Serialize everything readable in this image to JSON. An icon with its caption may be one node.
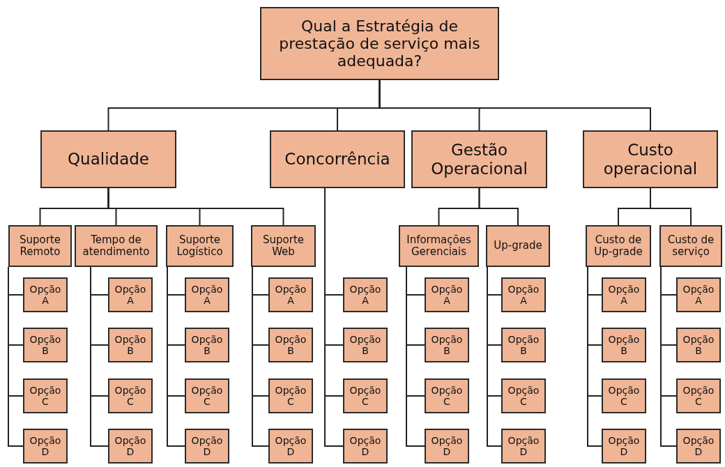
{
  "diagram": {
    "nodes": [
      {
        "text": [
          "Qual a Estratégia de prestação de serviço mais adequada?"
        ]
      },
      {
        "text": [
          "Qualidade"
        ]
      },
      {
        "text": [
          "Concorrência"
        ]
      },
      {
        "text": [
          "Gestão Operacional"
        ]
      },
      {
        "text": [
          "Custo operacional"
        ]
      },
      {
        "text": [
          "Suporte Remoto"
        ]
      },
      {
        "text": [
          "Tempo de atendimento"
        ]
      },
      {
        "text": [
          "Suporte Logístico"
        ]
      },
      {
        "text": [
          "Suporte Web"
        ]
      },
      {
        "text": [
          "Informações Gerenciais"
        ]
      },
      {
        "text": [
          "Up-grade"
        ]
      },
      {
        "text": [
          "Custo de Up-grade"
        ]
      },
      {
        "text": [
          "Custo de serviço"
        ]
      },
      {
        "text": [
          "Opção A"
        ]
      },
      {
        "text": [
          "Opção B"
        ]
      },
      {
        "text": [
          "Opção C"
        ]
      },
      {
        "text": [
          "Opção D"
        ]
      },
      {
        "text": [
          "Opção A"
        ]
      },
      {
        "text": [
          "Opção B"
        ]
      },
      {
        "text": [
          "Opção C"
        ]
      },
      {
        "text": [
          "Opção D"
        ]
      },
      {
        "text": [
          "Opção A"
        ]
      },
      {
        "text": [
          "Opção B"
        ]
      },
      {
        "text": [
          "Opção C"
        ]
      },
      {
        "text": [
          "Opção D"
        ]
      },
      {
        "text": [
          "Opção A"
        ]
      },
      {
        "text": [
          "Opção B"
        ]
      },
      {
        "text": [
          "Opção C"
        ]
      },
      {
        "text": [
          "Opção D"
        ]
      },
      {
        "text": [
          "Opção A"
        ]
      },
      {
        "text": [
          "Opção B"
        ]
      },
      {
        "text": [
          "Opção C"
        ]
      },
      {
        "text": [
          "Opção D"
        ]
      },
      {
        "text": [
          "Opção A"
        ]
      },
      {
        "text": [
          "Opção B"
        ]
      },
      {
        "text": [
          "Opção C"
        ]
      },
      {
        "text": [
          "Opção D"
        ]
      },
      {
        "text": [
          "Opção A"
        ]
      },
      {
        "text": [
          "Opção B"
        ]
      },
      {
        "text": [
          "Opção C"
        ]
      },
      {
        "text": [
          "Opção D"
        ]
      },
      {
        "text": [
          "Opção A"
        ]
      },
      {
        "text": [
          "Opção B"
        ]
      },
      {
        "text": [
          "Opção C"
        ]
      },
      {
        "text": [
          "Opção D"
        ]
      },
      {
        "text": [
          "Opção A"
        ]
      },
      {
        "text": [
          "Opção B"
        ]
      },
      {
        "text": [
          "Opção C"
        ]
      },
      {
        "text": [
          "Opção D"
        ]
      }
    ],
    "edges": [
      {
        "from": 0,
        "to": 1,
        "arrow": "none"
      },
      {
        "from": 0,
        "to": 2,
        "arrow": "none"
      },
      {
        "from": 0,
        "to": 3,
        "arrow": "none"
      },
      {
        "from": 0,
        "to": 4,
        "arrow": "none"
      },
      {
        "from": 1,
        "to": 5,
        "arrow": "none"
      },
      {
        "from": 1,
        "to": 6,
        "arrow": "none"
      },
      {
        "from": 1,
        "to": 7,
        "arrow": "none"
      },
      {
        "from": 1,
        "to": 8,
        "arrow": "none"
      },
      {
        "from": 3,
        "to": 9,
        "arrow": "none"
      },
      {
        "from": 3,
        "to": 10,
        "arrow": "none"
      },
      {
        "from": 4,
        "to": 11,
        "arrow": "none"
      },
      {
        "from": 4,
        "to": 12,
        "arrow": "none"
      },
      {
        "from": 5,
        "to": 13,
        "arrow": "none"
      },
      {
        "from": 5,
        "to": 14,
        "arrow": "none"
      },
      {
        "from": 5,
        "to": 15,
        "arrow": "none"
      },
      {
        "from": 5,
        "to": 16,
        "arrow": "none"
      },
      {
        "from": 6,
        "to": 17,
        "arrow": "none"
      },
      {
        "from": 6,
        "to": 18,
        "arrow": "none"
      },
      {
        "from": 6,
        "to": 19,
        "arrow": "none"
      },
      {
        "from": 6,
        "to": 20,
        "arrow": "none"
      },
      {
        "from": 7,
        "to": 21,
        "arrow": "none"
      },
      {
        "from": 7,
        "to": 22,
        "arrow": "none"
      },
      {
        "from": 7,
        "to": 23,
        "arrow": "none"
      },
      {
        "from": 7,
        "to": 24,
        "arrow": "none"
      },
      {
        "from": 8,
        "to": 25,
        "arrow": "none"
      },
      {
        "from": 8,
        "to": 26,
        "arrow": "none"
      },
      {
        "from": 8,
        "to": 27,
        "arrow": "none"
      },
      {
        "from": 8,
        "to": 28,
        "arrow": "none"
      },
      {
        "from": 2,
        "to": 29,
        "arrow": "none"
      },
      {
        "from": 2,
        "to": 30,
        "arrow": "none"
      },
      {
        "from": 2,
        "to": 31,
        "arrow": "none"
      },
      {
        "from": 2,
        "to": 32,
        "arrow": "none"
      },
      {
        "from": 9,
        "to": 33,
        "arrow": "none"
      },
      {
        "from": 9,
        "to": 34,
        "arrow": "none"
      },
      {
        "from": 9,
        "to": 35,
        "arrow": "none"
      },
      {
        "from": 9,
        "to": 36,
        "arrow": "none"
      },
      {
        "from": 10,
        "to": 37,
        "arrow": "none"
      },
      {
        "from": 10,
        "to": 38,
        "arrow": "none"
      },
      {
        "from": 10,
        "to": 39,
        "arrow": "none"
      },
      {
        "from": 10,
        "to": 40,
        "arrow": "none"
      },
      {
        "from": 11,
        "to": 41,
        "arrow": "none"
      },
      {
        "from": 11,
        "to": 42,
        "arrow": "none"
      },
      {
        "from": 11,
        "to": 43,
        "arrow": "none"
      },
      {
        "from": 11,
        "to": 44,
        "arrow": "none"
      },
      {
        "from": 12,
        "to": 45,
        "arrow": "none"
      },
      {
        "from": 12,
        "to": 46,
        "arrow": "none"
      },
      {
        "from": 12,
        "to": 47,
        "arrow": "none"
      },
      {
        "from": 12,
        "to": 48,
        "arrow": "none"
      }
    ]
  }
}
